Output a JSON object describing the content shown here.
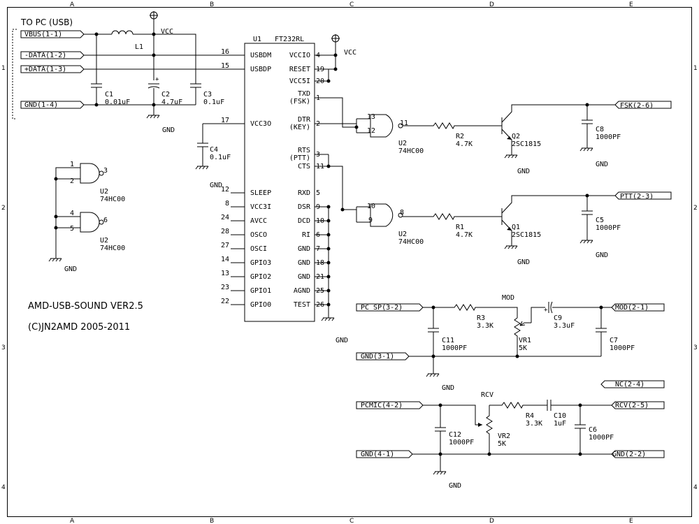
{
  "title": "AMD-USB-SOUND VER2.5",
  "copyright": "(C)JN2AMD 2005-2011",
  "usb_header": "TO PC (USB)",
  "grid_cols": [
    "A",
    "B",
    "C",
    "D",
    "E"
  ],
  "grid_rows": [
    "1",
    "2",
    "3",
    "4"
  ],
  "ports": {
    "vbus": "VBUS(1-1)",
    "dminus": "-DATA(1-2)",
    "dplus": "+DATA(1-3)",
    "gnd14": "GND(1-4)",
    "fsk": "FSK(2-6)",
    "ptt": "PTT(2-3)",
    "pcsp": "PC SP(3-2)",
    "gnd31": "GND(3-1)",
    "mod": "MOD(2-1)",
    "nc": "NC(2-4)",
    "pcmic": "PCMIC(4-2)",
    "rcv": "RCV(2-5)",
    "gnd41": "GND(4-1)",
    "gnd22": "GND(2-2)"
  },
  "ic": {
    "ref": "U1",
    "part": "FT232RL",
    "left_pins": [
      {
        "num": "16",
        "name": "USBDM"
      },
      {
        "num": "15",
        "name": "USBDP"
      },
      {
        "num": "17",
        "name": "VCC3O"
      },
      {
        "num": "12",
        "name": "SLEEP"
      },
      {
        "num": "8",
        "name": "VCC3I"
      },
      {
        "num": "24",
        "name": "AVCC"
      },
      {
        "num": "28",
        "name": "OSCO"
      },
      {
        "num": "27",
        "name": "OSCI"
      },
      {
        "num": "14",
        "name": "GPIO3"
      },
      {
        "num": "13",
        "name": "GPIO2"
      },
      {
        "num": "23",
        "name": "GPIO1"
      },
      {
        "num": "22",
        "name": "GPIO0"
      }
    ],
    "right_pins": [
      {
        "num": "4",
        "name": "VCCIO"
      },
      {
        "num": "19",
        "name": "RESET"
      },
      {
        "num": "20",
        "name": "VCC5I"
      },
      {
        "num": "1",
        "name": "TXD",
        "sub": "(FSK)"
      },
      {
        "num": "2",
        "name": "DTR",
        "sub": "(KEY)"
      },
      {
        "num": "3",
        "name": "RTS",
        "sub": "(PTT)"
      },
      {
        "num": "11",
        "name": "CTS"
      },
      {
        "num": "5",
        "name": "RXD"
      },
      {
        "num": "9",
        "name": "DSR"
      },
      {
        "num": "10",
        "name": "DCD"
      },
      {
        "num": "6",
        "name": "RI"
      },
      {
        "num": "7",
        "name": "GND"
      },
      {
        "num": "18",
        "name": "GND"
      },
      {
        "num": "21",
        "name": "GND"
      },
      {
        "num": "25",
        "name": "AGND"
      },
      {
        "num": "26",
        "name": "TEST"
      }
    ]
  },
  "parts": {
    "l1": "L1",
    "c1": [
      "C1",
      "0.01uF"
    ],
    "c2": [
      "C2",
      "4.7uF"
    ],
    "c3": [
      "C3",
      "0.1uF"
    ],
    "c4": [
      "C4",
      "0.1uF"
    ],
    "c5": [
      "C5",
      "1000PF"
    ],
    "c6": [
      "C6",
      "1000PF"
    ],
    "c7": [
      "C7",
      "1000PF"
    ],
    "c8": [
      "C8",
      "1000PF"
    ],
    "c9": [
      "C9",
      "3.3uF"
    ],
    "c10": [
      "C10",
      "1uF"
    ],
    "c11": [
      "C11",
      "1000PF"
    ],
    "c12": [
      "C12",
      "1000PF"
    ],
    "r1": [
      "R1",
      "4.7K"
    ],
    "r2": [
      "R2",
      "4.7K"
    ],
    "r3": [
      "R3",
      "3.3K"
    ],
    "r4": [
      "R4",
      "3.3K"
    ],
    "vr1": [
      "VR1",
      "5K"
    ],
    "vr2": [
      "VR2",
      "5K"
    ],
    "q1": [
      "Q1",
      "2SC1815"
    ],
    "q2": [
      "Q2",
      "2SC1815"
    ],
    "u2": [
      "U2",
      "74HC00"
    ],
    "mod_label": "MOD",
    "rcv_label": "RCV"
  },
  "gates": {
    "g1": [
      "1",
      "2",
      "3"
    ],
    "g2": [
      "4",
      "5",
      "6"
    ],
    "g3": [
      "13",
      "12",
      "11"
    ],
    "g4": [
      "10",
      "9",
      "8"
    ]
  },
  "nets": {
    "vcc": "VCC",
    "gnd": "GND"
  }
}
